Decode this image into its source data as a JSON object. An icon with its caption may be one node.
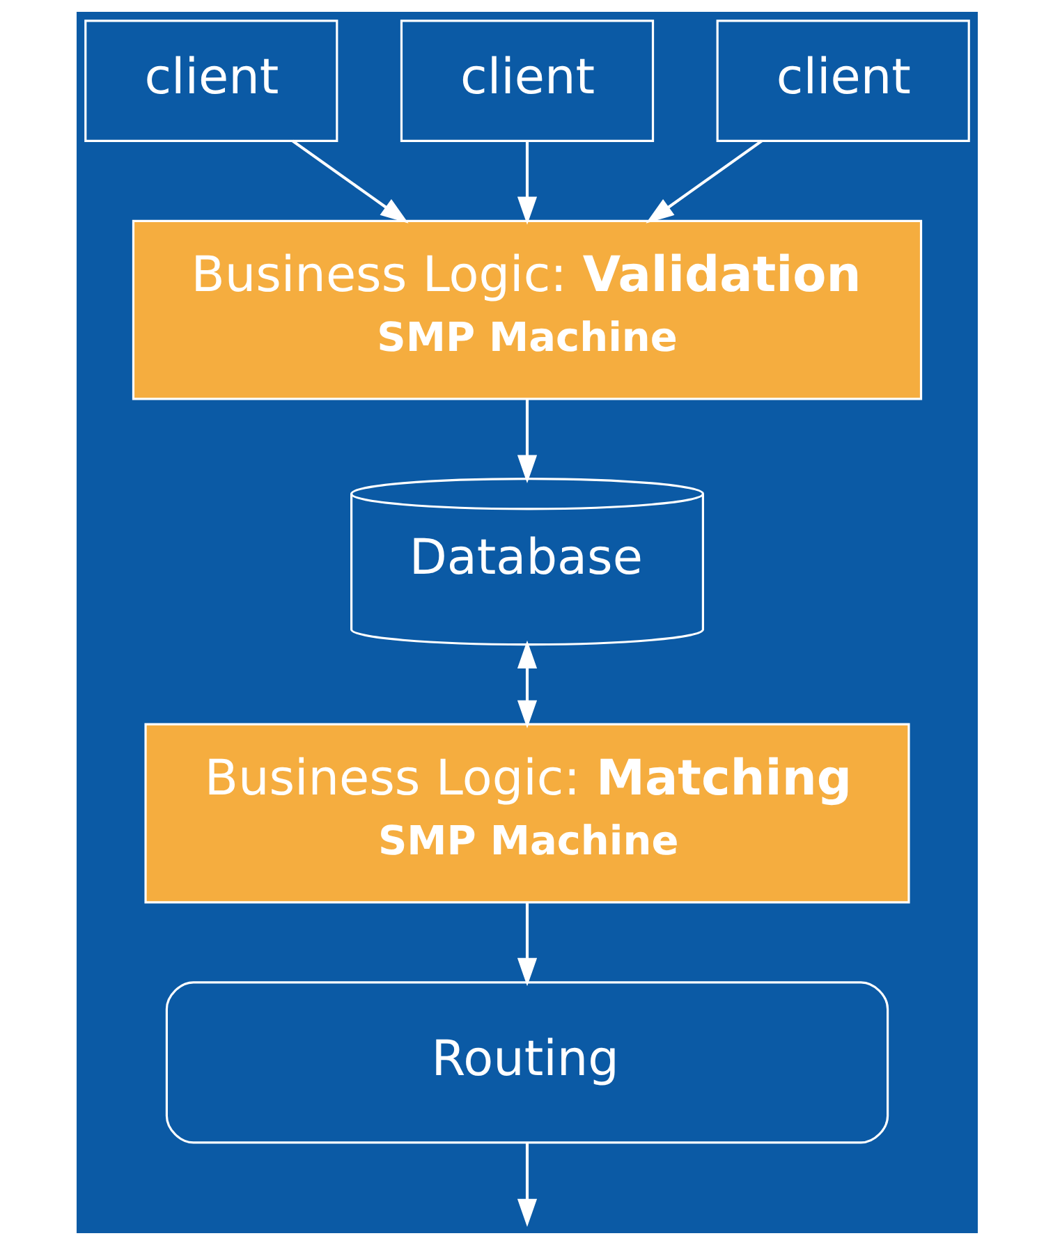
{
  "diagram": {
    "nodes": [
      {
        "text": [
          "client"
        ]
      },
      {
        "text": [
          "client"
        ]
      },
      {
        "text": [
          "client"
        ]
      },
      {
        "text": [
          "Business Logic: **Validation**",
          "SMP Machine"
        ]
      },
      {
        "text": [
          "Database"
        ]
      },
      {
        "text": [
          "Business Logic: **Matching**",
          "SMP Machine"
        ]
      },
      {
        "text": [
          "Routing"
        ]
      }
    ],
    "edges": [
      {
        "from": 0,
        "to": 3,
        "arrow": "to"
      },
      {
        "from": 1,
        "to": 3,
        "arrow": "to"
      },
      {
        "from": 2,
        "to": 3,
        "arrow": "to"
      },
      {
        "from": 3,
        "to": 4,
        "arrow": "to"
      },
      {
        "from": 4,
        "to": 5,
        "arrow": "both"
      },
      {
        "from": 5,
        "to": 6,
        "arrow": "to"
      },
      {
        "from": 6,
        "to": null,
        "arrow": "to"
      }
    ]
  }
}
